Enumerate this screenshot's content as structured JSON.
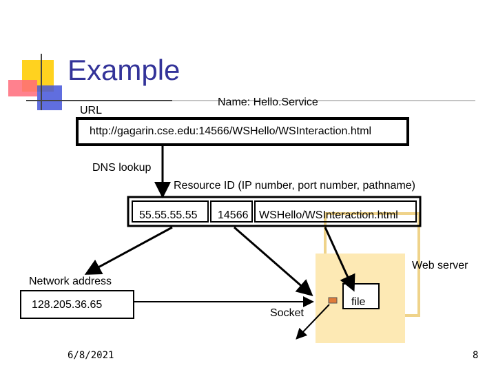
{
  "slide": {
    "title": "Example",
    "footer_date": "6/8/2021",
    "page_number": "8"
  },
  "diagram": {
    "url_label": "URL",
    "name_label": "Name: Hello.Service",
    "url_text": "http://gagarin.cse.edu:14566/WSHello/WSInteraction.html",
    "dns_label": "DNS lookup",
    "resource_label": "Resource ID (IP number, port number, pathname)",
    "ip_cell": "55.55.55.55",
    "port_cell": "14566",
    "path_cell": "WSHello/WSInteraction.html",
    "web_server_label": "Web server",
    "network_address_label": "Network address",
    "ip_address": "128.205.36.65",
    "socket_label": "Socket",
    "file_label": "file"
  },
  "colors": {
    "title": "#333399",
    "server_fill": "#fde9b4",
    "server_outline": "#efd38a",
    "deco_yellow": "#ffd21f",
    "deco_red": "#ff5a6b",
    "deco_blue": "#4455d9"
  }
}
